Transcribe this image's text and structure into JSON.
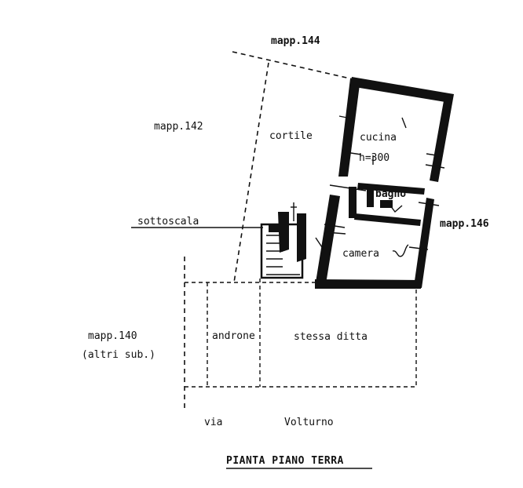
{
  "labels": {
    "mapp_144": "mapp.144",
    "mapp_142": "mapp.142",
    "mapp_146": "mapp.146",
    "mapp_140": "mapp.140",
    "altri_sub": "(altri sub.)",
    "sottoscala": "sottoscala",
    "cortile": "cortile",
    "cucina": "cucina",
    "height": "h=300",
    "bagno": "bagno",
    "camera": "camera",
    "androne": "androne",
    "stessa_ditta": "stessa ditta",
    "via": "via",
    "volturno": "Volturno"
  },
  "title": "PIANTA PIANO TERRA"
}
